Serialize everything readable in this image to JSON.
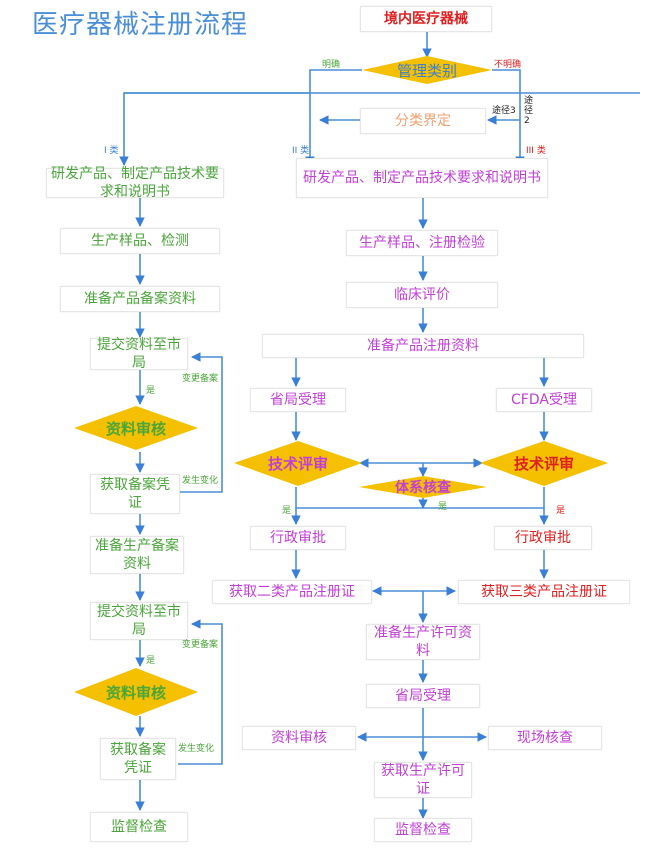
{
  "title": "医疗器械注册流程",
  "top": {
    "start": "境内医疗器械",
    "category": "管理类别",
    "clear": "明确",
    "unclear": "不明确",
    "classify": "分类界定",
    "path3": "途径3",
    "path2": "途径2"
  },
  "class_labels": {
    "c1": "I 类",
    "c2": "II 类",
    "c3": "III 类"
  },
  "left": {
    "rd": "研发产品、制定产品技术要求和说明书",
    "sample": "生产样品、检测",
    "prepare_record": "准备产品备案资料",
    "submit1": "提交资料至市局",
    "yes1": "是",
    "change1": "变更备案",
    "review1": "资料审核",
    "changed1": "发生变化",
    "get_record1": "获取备案凭证",
    "prepare_prod": "准备生产备案资料",
    "submit2": "提交资料至市局",
    "yes2": "是",
    "change2": "变更备案",
    "review2": "资料审核",
    "changed2": "发生变化",
    "get_record2": "获取备案凭证",
    "inspect": "监督检查"
  },
  "right": {
    "rd": "研发产品、制定产品技术要求和说明书",
    "sample": "生产样品、注册检验",
    "clinical": "临床评价",
    "prepare_reg": "准备产品注册资料",
    "provincial": "省局受理",
    "cfda": "CFDA受理",
    "tech1": "技术评审",
    "system": "体系核查",
    "tech2": "技术评审",
    "yes_a": "是",
    "yes_b": "是",
    "yes_c": "是",
    "admin1": "行政审批",
    "admin2": "行政审批",
    "cert2": "获取二类产品注册证",
    "cert3": "获取三类产品注册证",
    "prod_permit": "准备生产许可资料",
    "prov_accept": "省局受理",
    "doc_review": "资料审核",
    "site_check": "现场核查",
    "get_permit": "获取生产许可证",
    "inspect": "监督检查"
  }
}
